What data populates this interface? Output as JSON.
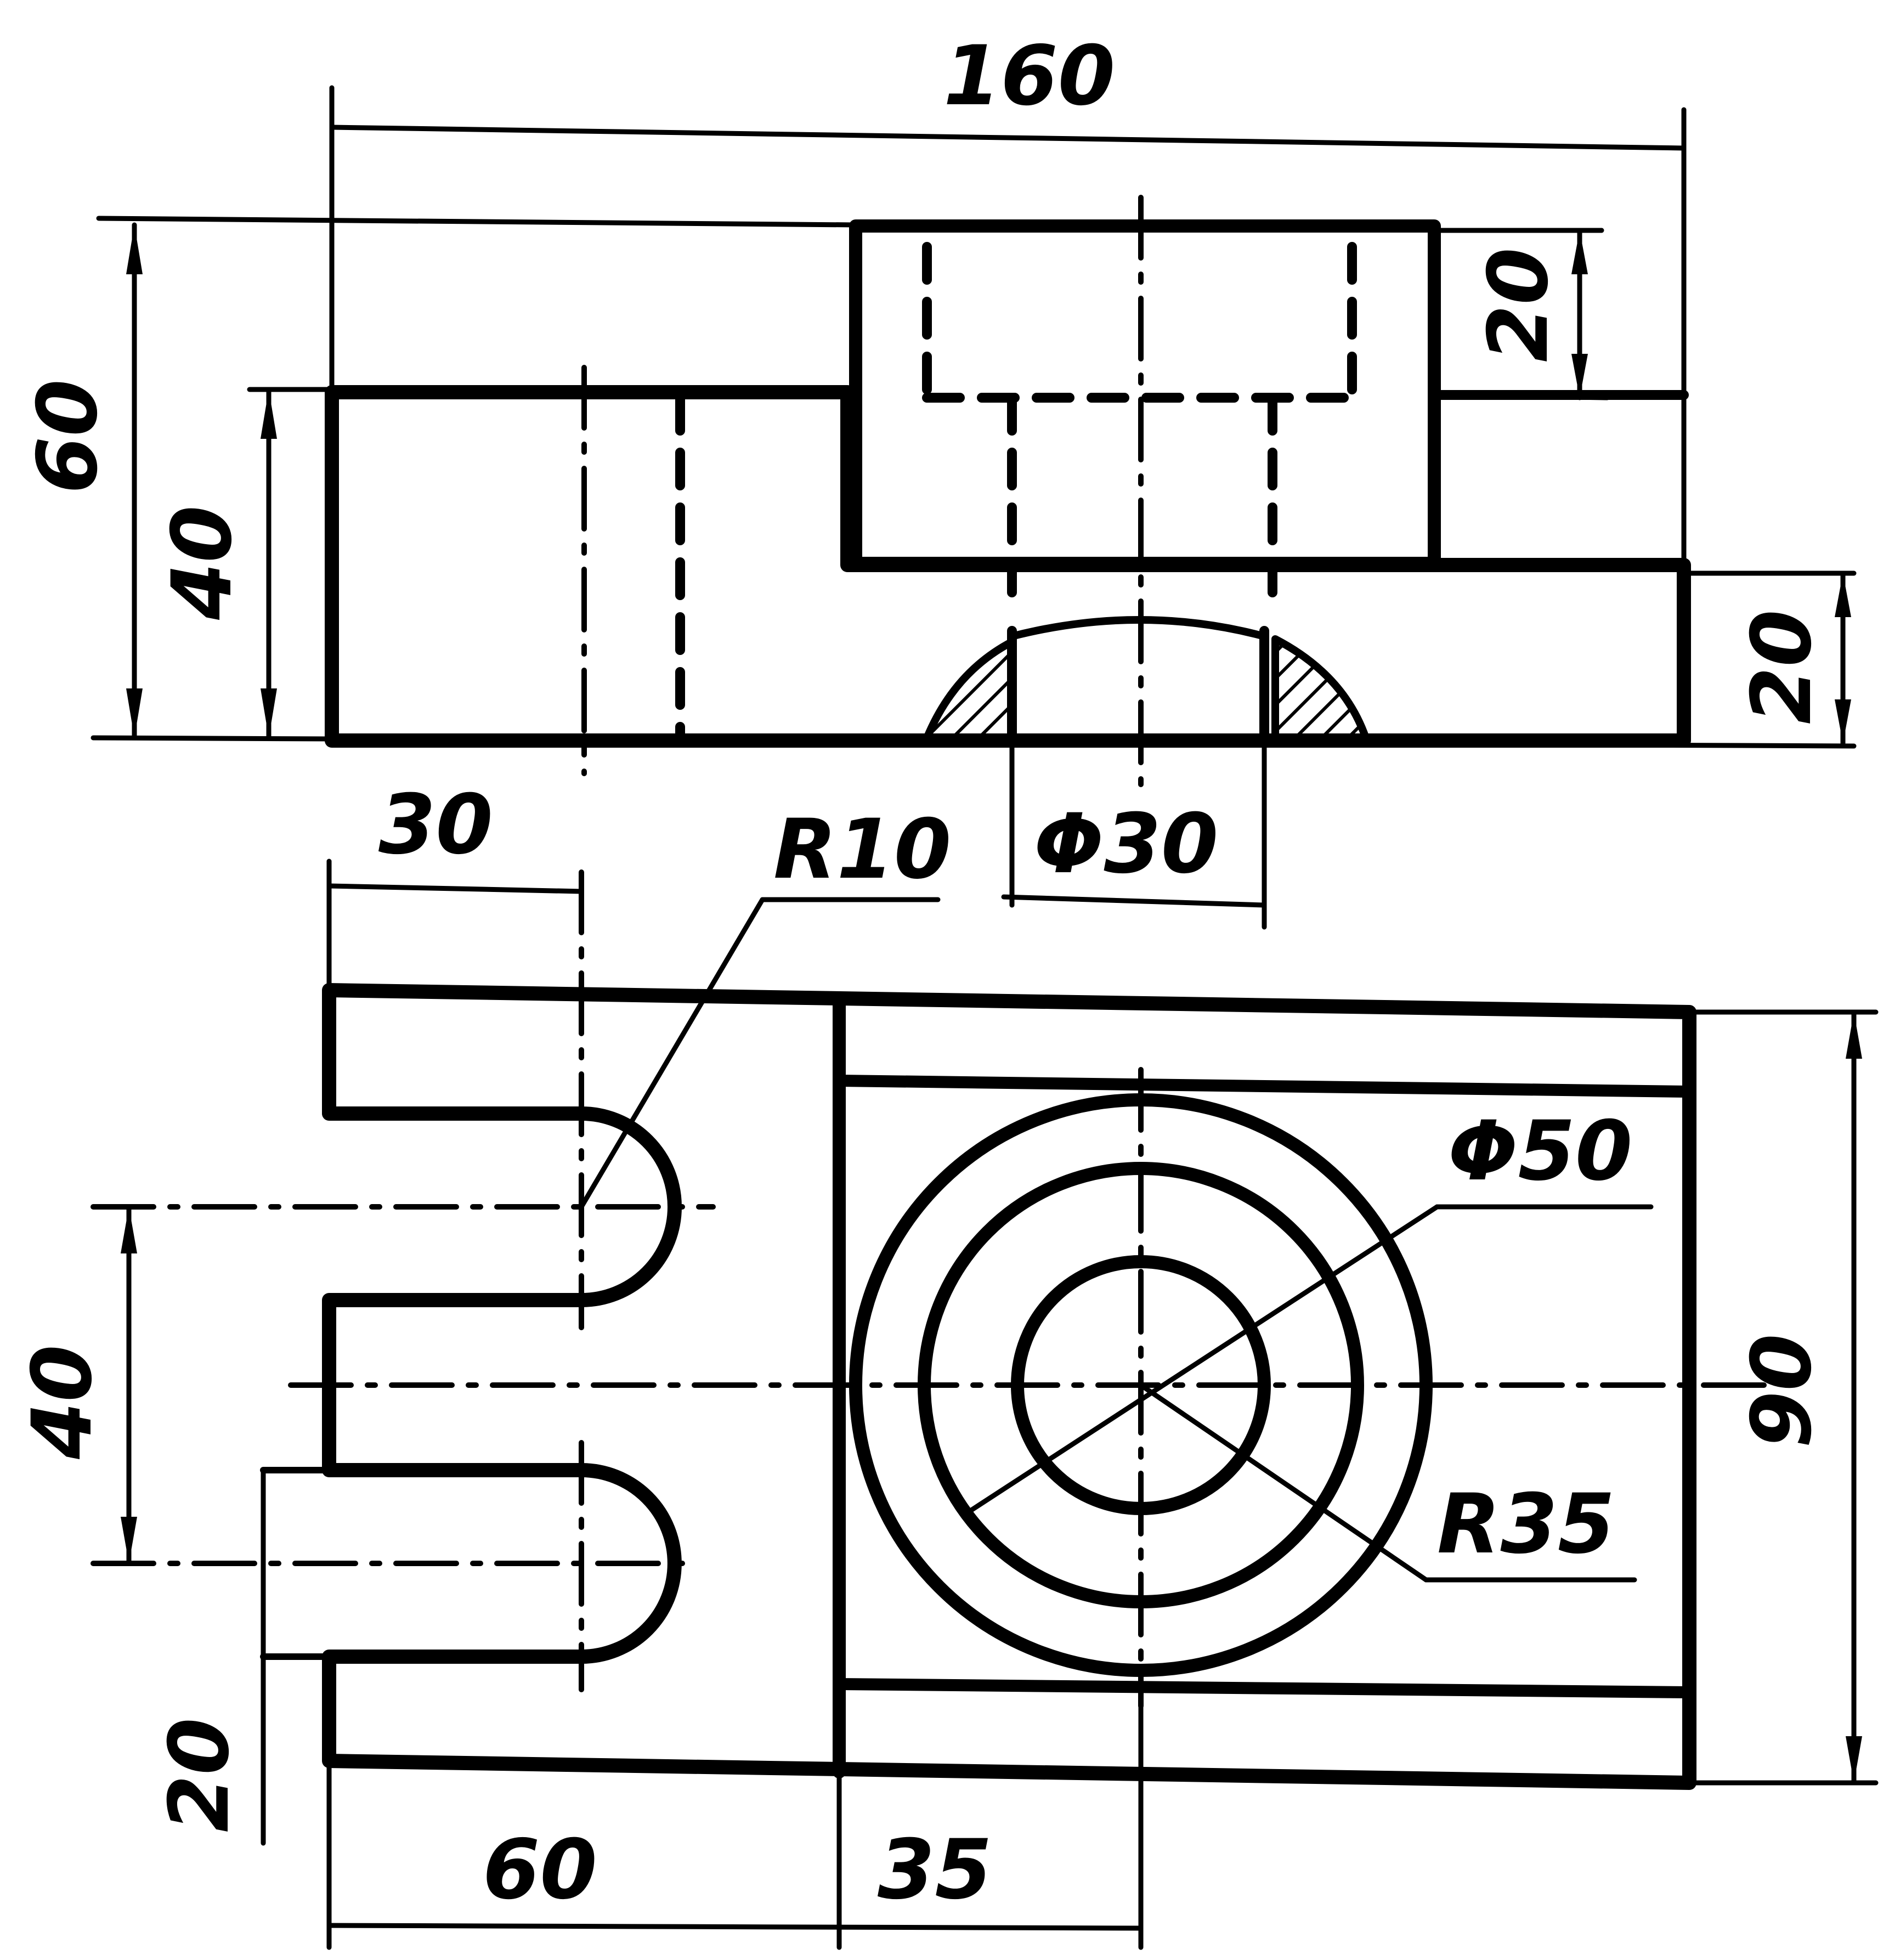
{
  "colors": {
    "ink": "#000000",
    "paper": "#ffffff"
  },
  "top_view": {
    "dim_overall_width": "160",
    "dim_overall_height": "60",
    "dim_step_height": "40",
    "dim_top_depth": "20",
    "dim_base_thickness": "20",
    "dim_hole_diameter": "Φ30"
  },
  "plan_view": {
    "dim_slot_depth": "30",
    "dim_slot_radius": "R10",
    "dim_counterbore_diameter": "Φ50",
    "dim_boss_radius": "R35",
    "dim_height": "90",
    "dim_slot_spacing": "40",
    "dim_slot_width": "20",
    "dim_left_length": "60",
    "dim_center_offset": "35"
  }
}
